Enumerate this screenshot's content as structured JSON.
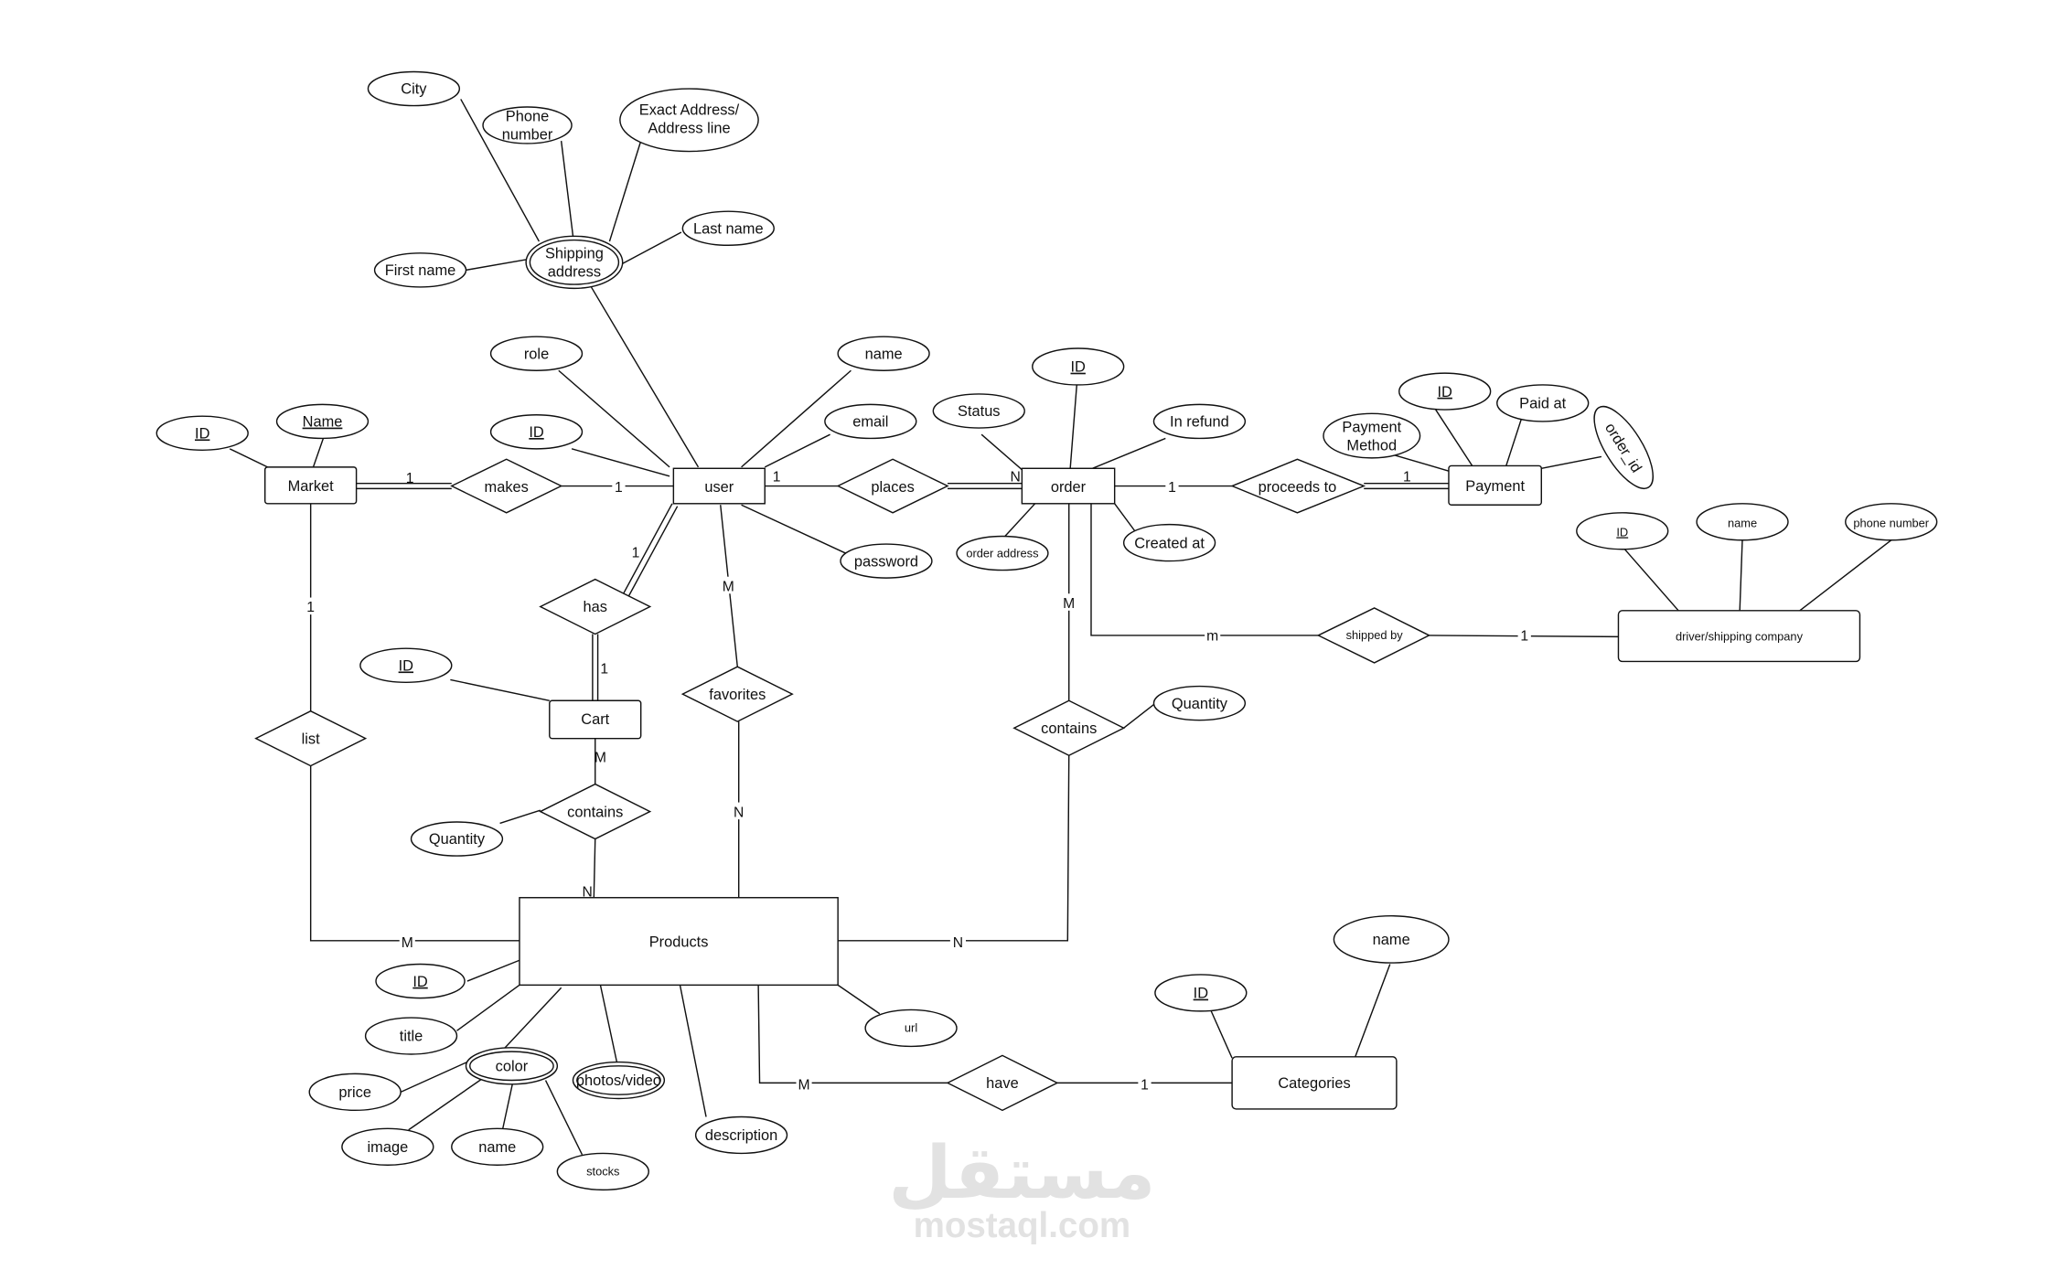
{
  "diagram": {
    "type": "ER diagram",
    "entities": {
      "market": "Market",
      "user": "user",
      "order": "order",
      "payment": "Payment",
      "driver": "driver/shipping company",
      "cart": "Cart",
      "products": "Products",
      "categories": "Categories"
    },
    "relationships": {
      "makes": "makes",
      "places": "places",
      "proceeds_to": "proceeds to",
      "shipped_by": "shipped by",
      "has": "has",
      "favorites": "favorites",
      "list": "list",
      "cart_contains": "contains",
      "order_contains": "contains",
      "have": "have"
    },
    "attributes": {
      "shipping_address": [
        "Shipping",
        "address"
      ],
      "city": "City",
      "phone_number": [
        "Phone",
        "number"
      ],
      "exact_address": [
        "Exact Address/",
        "Address line"
      ],
      "last_name": "Last name",
      "first_name": "First name",
      "market_id": "ID",
      "market_name": "Name",
      "user_role": "role",
      "user_id": "ID",
      "user_name": "name",
      "user_email": "email",
      "user_password": "password",
      "order_status": "Status",
      "order_id": "ID",
      "order_in_refund": "In refund",
      "order_address": "order address",
      "order_created_at": "Created at",
      "payment_method": [
        "Payment",
        "Method"
      ],
      "payment_id": "ID",
      "payment_paid_at": "Paid at",
      "payment_order_id": "order_id",
      "driver_id": "ID",
      "driver_name": "name",
      "driver_phone": "phone number",
      "cart_id": "ID",
      "cart_quantity": "Quantity",
      "order_quantity": "Quantity",
      "product_id": "ID",
      "product_title": "title",
      "product_color": "color",
      "product_photos": "photos/video",
      "product_description": "description",
      "product_url": "url",
      "color_price": "price",
      "color_image": "image",
      "color_name": "name",
      "color_stocks": "stocks",
      "category_id": "ID",
      "category_name": "name"
    },
    "cardinalities": {
      "market_makes": "1",
      "makes_user": "1",
      "user_places": "1",
      "places_order": "N",
      "order_proceeds": "1",
      "proceeds_payment": "1",
      "order_shipped": "m",
      "shipped_driver": "1",
      "user_has": "1",
      "has_cart": "1",
      "cart_contains": "M",
      "contains_products": "N",
      "user_favorites": "M",
      "favorites_products": "N",
      "market_list": "1",
      "list_products": "M",
      "order_contains": "M",
      "order_contains_products": "N",
      "products_have": "M",
      "have_categories": "1"
    }
  },
  "watermark": {
    "arabic": "مستقل",
    "latin": "mostaql.com"
  }
}
